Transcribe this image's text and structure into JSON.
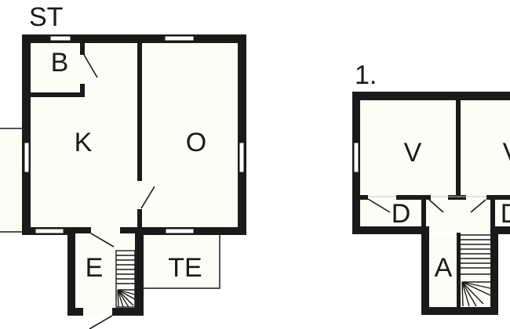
{
  "diagram": {
    "type": "floor-plan",
    "colors": {
      "wall": "#1a1a1a",
      "floor": "#fdfdf8",
      "background": "#ffffff"
    },
    "floors": [
      {
        "label": "ST",
        "rooms": [
          {
            "label": "B"
          },
          {
            "label": "K"
          },
          {
            "label": "O"
          },
          {
            "label": "E"
          },
          {
            "label": "TE"
          }
        ]
      },
      {
        "label": "1.",
        "rooms": [
          {
            "label": "V"
          },
          {
            "label": "V"
          },
          {
            "label": "D"
          },
          {
            "label": "D"
          },
          {
            "label": "A"
          }
        ]
      }
    ]
  }
}
